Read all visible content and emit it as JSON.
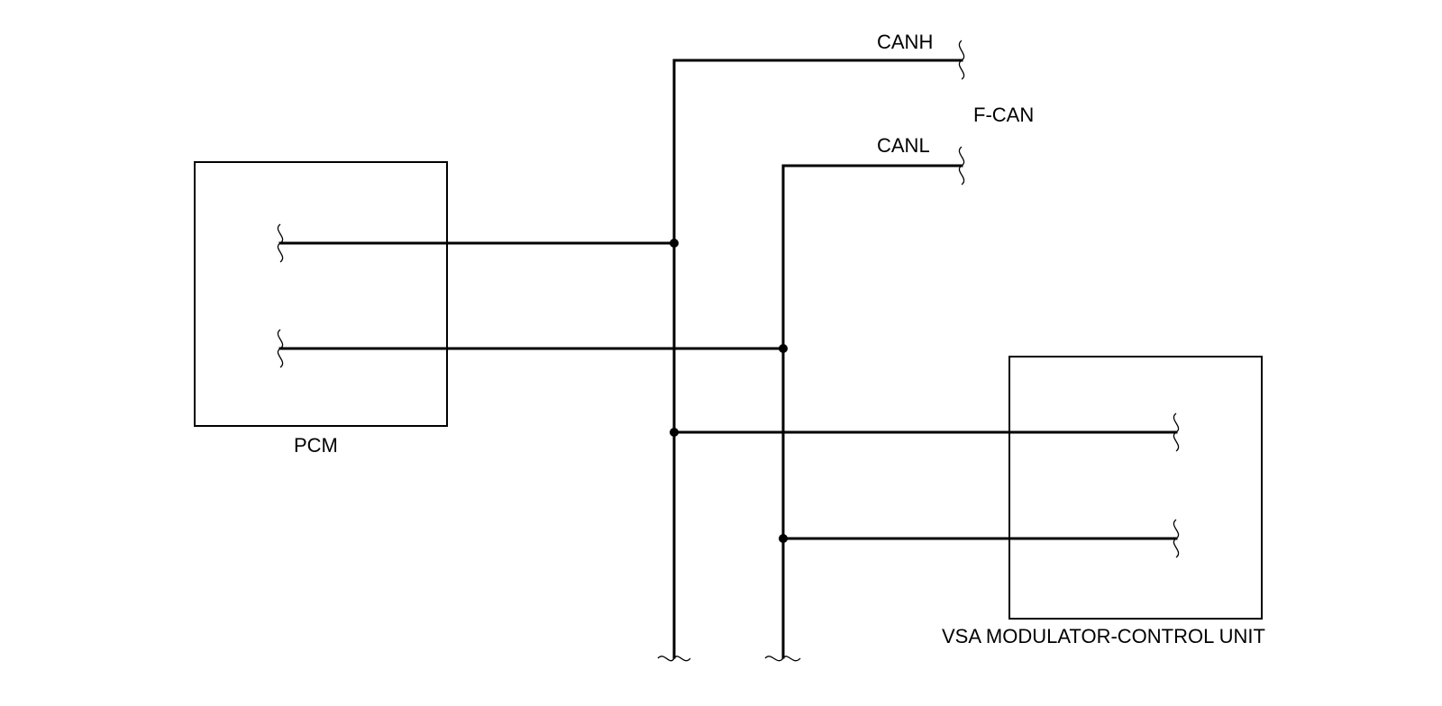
{
  "labels": {
    "canh": "CANH",
    "canl": "CANL",
    "bus": "F-CAN",
    "pcm": "PCM",
    "vsa": "VSA MODULATOR-CONTROL UNIT"
  },
  "colors": {
    "line": "#000000",
    "background": "#ffffff"
  }
}
